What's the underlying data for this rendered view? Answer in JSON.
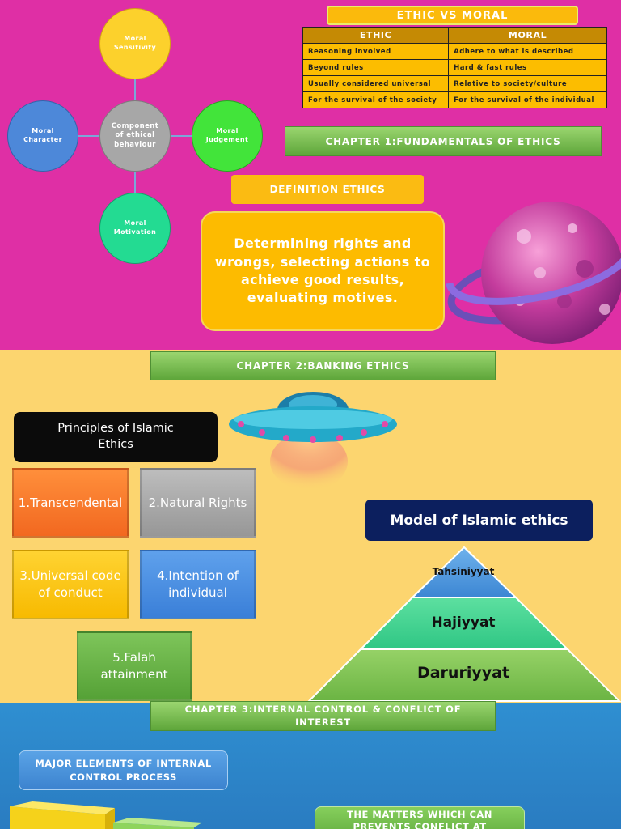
{
  "components": {
    "center": "Component of ethical behaviour",
    "top": "Moral Sensitivity",
    "left": "Moral Character",
    "right": "Moral Judgement",
    "bottom": "Moral Motivation"
  },
  "ethic_vs_moral": {
    "title": "ETHIC VS MORAL",
    "headers": [
      "ETHIC",
      "MORAL"
    ],
    "rows": [
      [
        "Reasoning involved",
        "Adhere to what is described"
      ],
      [
        "Beyond rules",
        "Hard & fast rules"
      ],
      [
        "Usually considered universal",
        "Relative to society/culture"
      ],
      [
        "For the survival of the society",
        "For the survival of the individual"
      ]
    ]
  },
  "chapter1": "CHAPTER 1:FUNDAMENTALS OF ETHICS",
  "definition": {
    "title": "DEFINITION ETHICS",
    "text": "Determining rights and wrongs, selecting actions to achieve good results, evaluating motives."
  },
  "chapter2": "CHAPTER 2:BANKING ETHICS",
  "principles": {
    "title": "Principles of Islamic Ethics",
    "items": [
      "1.Transcendental",
      "2.Natural Rights",
      "3.Universal code of conduct",
      "4.Intention of individual",
      "5.Falah attainment"
    ]
  },
  "model": {
    "title": "Model of Islamic ethics",
    "levels": [
      "Tahsiniyyat",
      "Hajiyyat",
      "Daruriyyat"
    ]
  },
  "chapter3": "CHAPTER 3:INTERNAL CONTROL & CONFLICT OF INTEREST",
  "internal_control": "MAJOR ELEMENTS OF INTERNAL CONTROL PROCESS",
  "conflict": "THE MATTERS WHICH CAN PREVENTS CONFLICT AT",
  "colors": {
    "section1_bg": "#df2fa5",
    "section2_bg": "#fcd56f",
    "section3_bg": "#2f8fd1",
    "accent_yellow": "#fdbb00",
    "accent_green": "#6fb84a",
    "navy": "#0c1f5e"
  }
}
